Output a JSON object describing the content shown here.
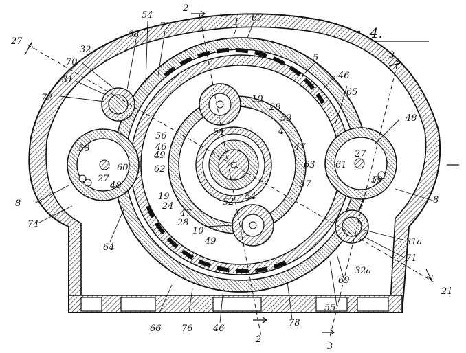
{
  "figure": {
    "title": "Fig. 4."
  },
  "labels": {
    "l1": "1",
    "l2a": "2",
    "l2b": "2",
    "l3a": "3",
    "l3b": "3",
    "l4": "4",
    "l5": "5",
    "l8a": "8",
    "l8b": "8",
    "l10a": "10",
    "l10b": "10",
    "l19": "19",
    "l21": "21",
    "l27a": "27",
    "l27b": "27",
    "l27c": "27",
    "l28a": "28",
    "l28b": "28",
    "l24": "24",
    "l31": "31",
    "l31a": "31a",
    "l32": "32",
    "l32a": "32a",
    "l46a": "46",
    "l46b": "46",
    "l46c": "46",
    "l47a": "47",
    "l47b": "47",
    "l48a": "48",
    "l48b": "48",
    "l49a": "49",
    "l49b": "49",
    "l52": "52",
    "l53": "53",
    "l54a": "54",
    "l54b": "54",
    "l54c": "54",
    "l55": "55",
    "l56": "56",
    "l57": "57",
    "l58": "58",
    "l59": "59",
    "l60": "60",
    "l61": "61",
    "l62": "62",
    "l63": "63",
    "l64": "64",
    "l65": "65",
    "l66": "66",
    "l67": "67",
    "l68": "68",
    "l69": "69",
    "l70": "70",
    "l71": "71",
    "l72": "72",
    "l74": "74",
    "l76": "76",
    "l77": "77",
    "l78": "78"
  }
}
